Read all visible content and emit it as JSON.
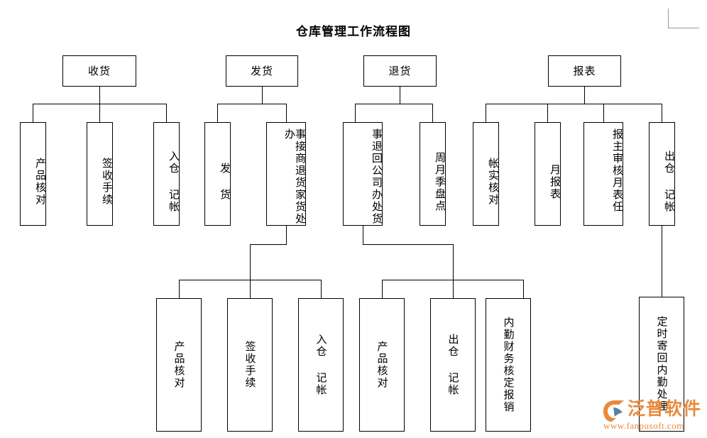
{
  "document": {
    "title": "仓库管理工作流程图"
  },
  "flowchart": {
    "type": "tree-flowchart",
    "orientation": "top-down",
    "text_direction": "vertical-rl-upright",
    "roots": [
      {
        "id": "receiving",
        "label": "收货",
        "children": [
          {
            "id": "receiving-check",
            "label": "产品核对"
          },
          {
            "id": "receiving-signoff",
            "label": "签收手续"
          },
          {
            "id": "receiving-instore",
            "label": "入仓 记帐"
          }
        ]
      },
      {
        "id": "shipping",
        "label": "发货",
        "children": [
          {
            "id": "shipping-ship",
            "label": "发 货"
          },
          {
            "id": "shipping-merchant-return",
            "label": "事接商退货家货处办"
          }
        ]
      },
      {
        "id": "returns",
        "label": "退货",
        "children": [
          {
            "id": "returns-to-company",
            "label": "事退回公司办处货"
          },
          {
            "id": "returns-stocktake",
            "label": "周月季盘点"
          }
        ]
      },
      {
        "id": "reports",
        "label": "报表",
        "children": [
          {
            "id": "reports-reconcile",
            "label": "帐实核对"
          },
          {
            "id": "reports-monthly",
            "label": "月报表"
          },
          {
            "id": "reports-approval",
            "label": "报主审核月表任"
          },
          {
            "id": "reports-outstore",
            "label": "出仓 记帐"
          }
        ]
      }
    ],
    "sub_groups": [
      {
        "id": "merchant-return-steps",
        "parent": "shipping-merchant-return",
        "children": [
          {
            "id": "mr-check",
            "label": "产品核对"
          },
          {
            "id": "mr-signoff",
            "label": "签收手续"
          },
          {
            "id": "mr-instore",
            "label": "入仓 记帐"
          }
        ]
      },
      {
        "id": "company-return-steps",
        "parent": "returns-to-company",
        "children": [
          {
            "id": "cr-check",
            "label": "产品核对"
          },
          {
            "id": "cr-outstore",
            "label": "出仓 记帐"
          },
          {
            "id": "cr-finance",
            "label": "内勤财务核定报销"
          }
        ]
      },
      {
        "id": "report-mailing",
        "parent": "reports-outstore",
        "children": [
          {
            "id": "rm-mail",
            "label": "定时寄回内勤处理"
          }
        ]
      }
    ]
  },
  "watermark": {
    "brand": "泛普软件",
    "url": "www.fanpusoft.com",
    "color": "#e98a3c",
    "logo_icon": "fanpu-logo-icon"
  },
  "theme": {
    "background": "#ffffff",
    "line_color": "#000000",
    "text_color": "#000000",
    "guide_color": "#9a9a9a"
  }
}
